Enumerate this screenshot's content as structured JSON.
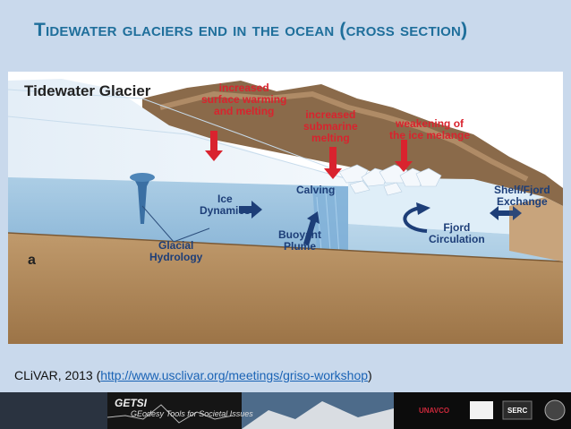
{
  "slide": {
    "title": "Tidewater glaciers end in the ocean (cross section)"
  },
  "figure": {
    "title": "Tidewater Glacier",
    "panel": "a",
    "labels": {
      "surface_warming": [
        "increased",
        "surface warming",
        "and melting"
      ],
      "submarine_melting": [
        "increased",
        "submarine",
        "melting"
      ],
      "melange": [
        "weakening of",
        "the ice melange"
      ],
      "ice_dynamics": [
        "Ice",
        "Dynamics"
      ],
      "calving": "Calving",
      "shelf_exchange": [
        "Shelf/Fjord",
        "Exchange"
      ],
      "glacial_hydrology": [
        "Glacial",
        "Hydrology"
      ],
      "buoyant_plume": [
        "Buoyant",
        "Plume"
      ],
      "fjord_circulation": [
        "Fjord",
        "Circulation"
      ]
    },
    "colors": {
      "red_label": "#d9232e",
      "navy_label": "#1d3e78",
      "ocean": "#b9d7ea",
      "sediment": "#b18a5c"
    }
  },
  "citation": {
    "prefix": "CLiVAR, 2013 (",
    "link": "http://www.usclivar.org/meetings/griso-workshop",
    "suffix": ")"
  },
  "footer": {
    "getsi_name": "GETSI",
    "getsi_tagline": "GEodesy Tools for Societal Issues",
    "logos": [
      "UNAVCO",
      "SERC"
    ]
  }
}
